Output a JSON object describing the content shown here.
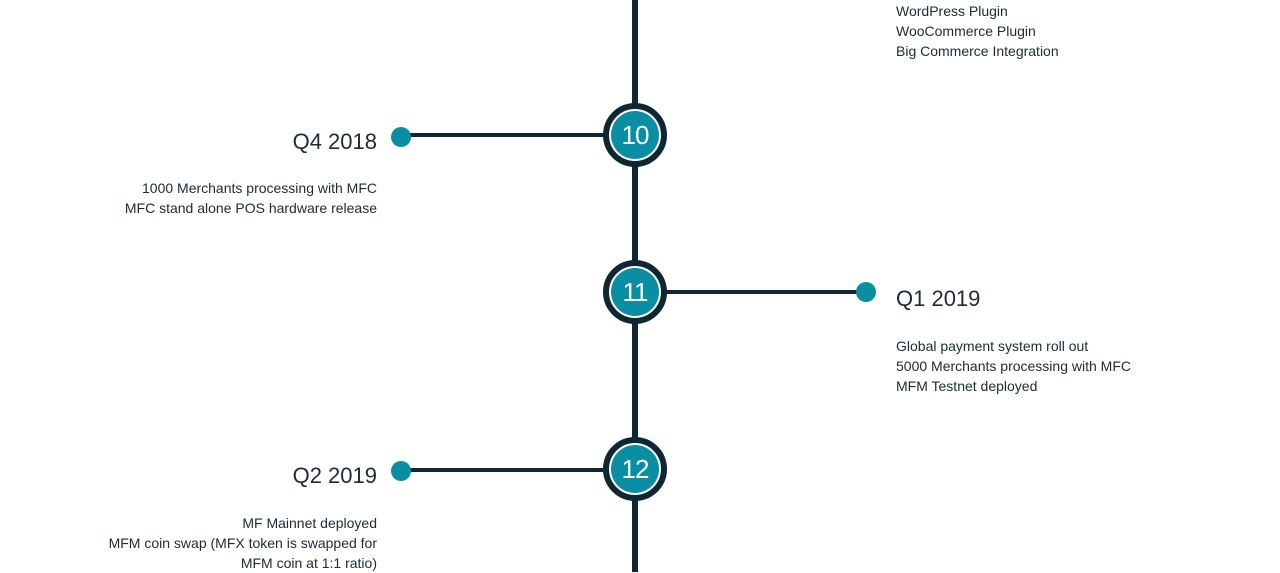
{
  "top_entry": {
    "lines": [
      "WordPress Plugin",
      "WooCommerce Plugin",
      "Big Commerce Integration"
    ]
  },
  "milestones": [
    {
      "number": "10",
      "title": "Q4 2018",
      "lines": [
        "1000 Merchants processing with MFC",
        "MFC stand alone POS hardware release"
      ]
    },
    {
      "number": "11",
      "title": "Q1 2019",
      "lines": [
        "Global payment system roll out",
        "5000 Merchants processing with MFC",
        "MFM Testnet deployed"
      ]
    },
    {
      "number": "12",
      "title": "Q2 2019",
      "lines": [
        "MF Mainnet deployed",
        "MFM coin swap (MFX token is swapped for",
        "MFM coin at 1:1 ratio)"
      ]
    }
  ],
  "colors": {
    "accent": "#0a8ea3",
    "line": "#0f2733",
    "text": "#1d2b36"
  }
}
